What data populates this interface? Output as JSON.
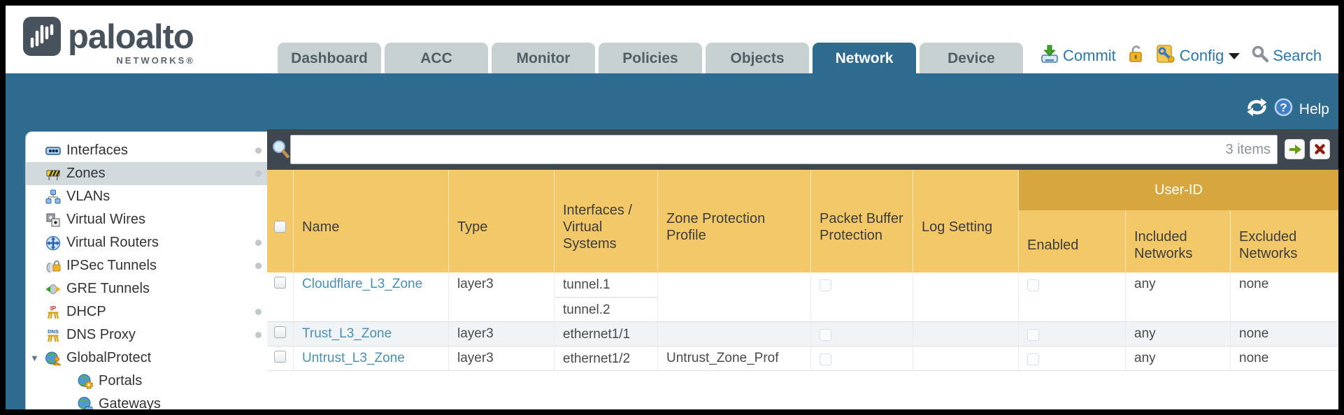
{
  "header": {
    "logo": {
      "brand": "paloalto",
      "sub": "NETWORKS®"
    },
    "tabs": [
      {
        "label": "Dashboard",
        "active": false
      },
      {
        "label": "ACC",
        "active": false
      },
      {
        "label": "Monitor",
        "active": false
      },
      {
        "label": "Policies",
        "active": false
      },
      {
        "label": "Objects",
        "active": false
      },
      {
        "label": "Network",
        "active": true
      },
      {
        "label": "Device",
        "active": false
      }
    ],
    "actions": {
      "commit": "Commit",
      "config": "Config",
      "search": "Search"
    }
  },
  "band": {
    "help": "Help"
  },
  "sidebar": {
    "items": [
      {
        "label": "Interfaces",
        "icon": "interfaces-icon",
        "dot": true
      },
      {
        "label": "Zones",
        "icon": "zones-icon",
        "dot": true,
        "selected": true
      },
      {
        "label": "VLANs",
        "icon": "vlans-icon",
        "dot": false
      },
      {
        "label": "Virtual Wires",
        "icon": "virtual-wires-icon",
        "dot": false
      },
      {
        "label": "Virtual Routers",
        "icon": "virtual-routers-icon",
        "dot": true
      },
      {
        "label": "IPSec Tunnels",
        "icon": "ipsec-tunnels-icon",
        "dot": true
      },
      {
        "label": "GRE Tunnels",
        "icon": "gre-tunnels-icon",
        "dot": false
      },
      {
        "label": "DHCP",
        "icon": "dhcp-icon",
        "dot": true
      },
      {
        "label": "DNS Proxy",
        "icon": "dns-proxy-icon",
        "dot": true
      },
      {
        "label": "GlobalProtect",
        "icon": "globalprotect-icon",
        "dot": false,
        "expanded": true
      },
      {
        "label": "Portals",
        "icon": "portals-icon",
        "dot": false,
        "indent": true
      },
      {
        "label": "Gateways",
        "icon": "gateways-icon",
        "dot": false,
        "indent": true
      }
    ]
  },
  "filter": {
    "value": "",
    "count": "3 items"
  },
  "table": {
    "columns": [
      "Name",
      "Type",
      "Interfaces / Virtual Systems",
      "Zone Protection Profile",
      "Packet Buffer Protection",
      "Log Setting",
      "Enabled",
      "Included Networks",
      "Excluded Networks"
    ],
    "group": {
      "label": "User-ID"
    },
    "rows": [
      {
        "name": "Cloudflare_L3_Zone",
        "type": "layer3",
        "interfaces": [
          "tunnel.1",
          "tunnel.2"
        ],
        "zone_protection_profile": "",
        "packet_buffer_protection": false,
        "log_setting": "",
        "user_id_enabled": false,
        "included_networks": "any",
        "excluded_networks": "none",
        "selected": false
      },
      {
        "name": "Trust_L3_Zone",
        "type": "layer3",
        "interfaces": [
          "ethernet1/1"
        ],
        "zone_protection_profile": "",
        "packet_buffer_protection": false,
        "log_setting": "",
        "user_id_enabled": false,
        "included_networks": "any",
        "excluded_networks": "none",
        "selected": false
      },
      {
        "name": "Untrust_L3_Zone",
        "type": "layer3",
        "interfaces": [
          "ethernet1/2"
        ],
        "zone_protection_profile": "Untrust_Zone_Prof",
        "packet_buffer_protection": false,
        "log_setting": "",
        "user_id_enabled": false,
        "included_networks": "any",
        "excluded_networks": "none",
        "selected": false
      }
    ]
  },
  "colors": {
    "teal_band": "#2f6b8e",
    "header_gold": "#f2c869",
    "group_gold": "#d7a63f",
    "link_blue": "#4a90b4",
    "action_blue": "#2b77ad",
    "filter_bar": "#3e474f",
    "tab_inactive": "#c7d1d1",
    "alt_row": "#f1f4f6"
  }
}
